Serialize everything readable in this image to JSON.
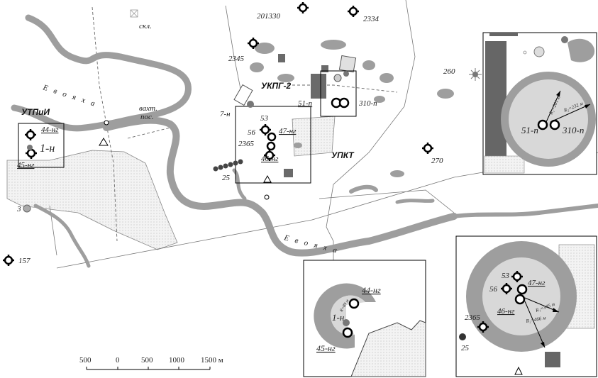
{
  "labels": {
    "utnii": "УТПиИ",
    "ukpg2": "УКПГ-2",
    "upkt": "УПКТ",
    "skl": "скл.",
    "vakht": "вахт.",
    "pos": "пос.",
    "river1": "Е в о я х а",
    "river2": "Е в о я х а"
  },
  "wells": {
    "w201330": "201330",
    "w2334": "2334",
    "w2345": "2345",
    "w260": "260",
    "w270": "270",
    "w157": "157",
    "w3": "3",
    "w7n": "7-н",
    "w25": "25",
    "w53": "53",
    "w56": "56",
    "w47ng": "47-нг",
    "w2365": "2365",
    "w46ng": "46-нг",
    "w51p": "51-п",
    "w310p": "310-п",
    "w44ng": "44-нг",
    "w1n": "1-н",
    "w45ng": "45-нг"
  },
  "inset_tr": {
    "w51p": "51-п",
    "w310p": "310-п",
    "r1": "R₁=201 м",
    "r2": "R₂=232 м"
  },
  "inset_bl": {
    "w44ng": "44-нг",
    "w1n": "1-н",
    "w45ng": "45-нг",
    "r": "R=89 м"
  },
  "inset_br": {
    "w53": "53",
    "w47ng": "47-нг",
    "w56": "56",
    "w46ng": "46-нг",
    "w2365": "2365",
    "w25": "25",
    "r1": "R₁=345 м",
    "r2": "R₂=466 м"
  },
  "scale": {
    "ticks": [
      "500",
      "0",
      "500",
      "1000",
      "1500 м"
    ]
  }
}
